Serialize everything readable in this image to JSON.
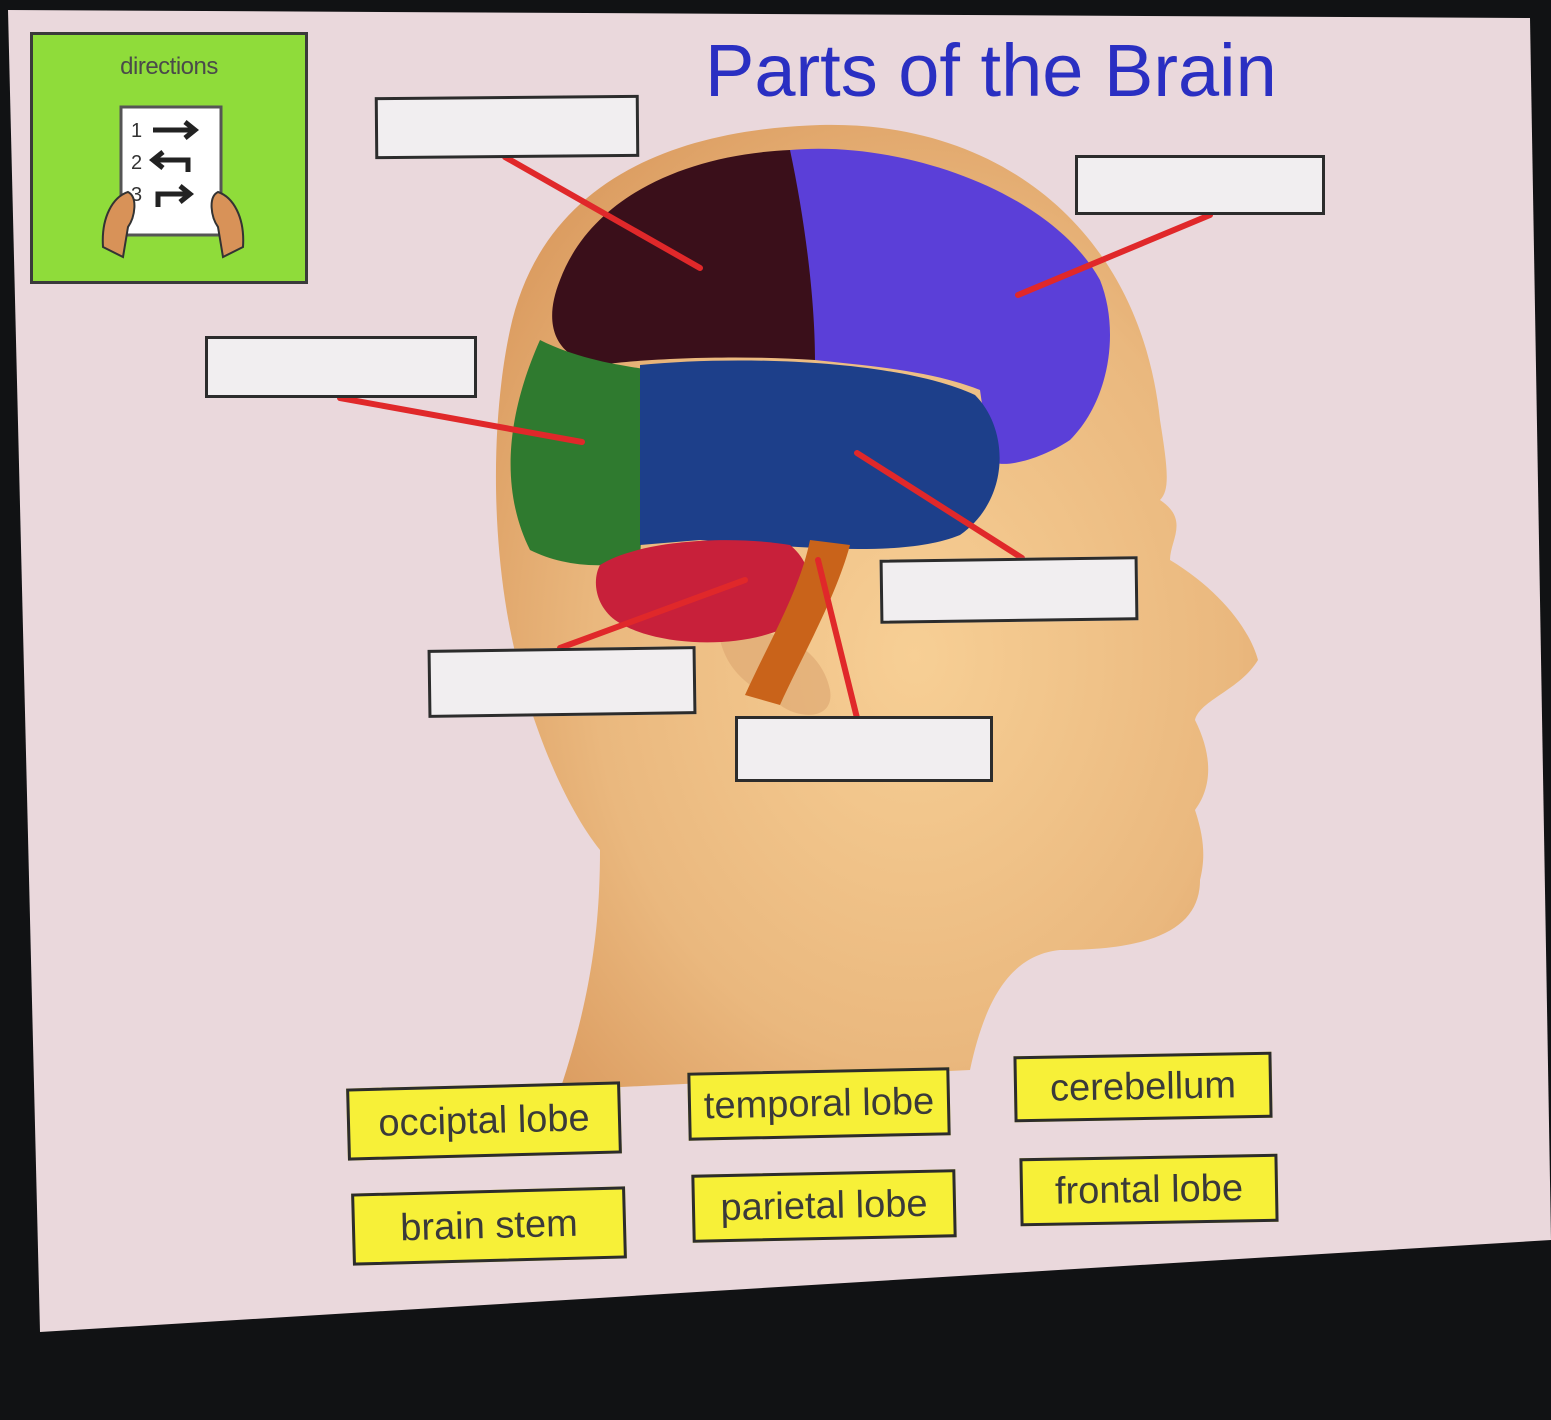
{
  "slide": {
    "title": "Parts of the Brain",
    "directions": {
      "label": "directions",
      "icon": "directions-sheet-icon",
      "steps": [
        "1",
        "2",
        "3"
      ]
    }
  },
  "colors": {
    "title": "#2a2fc2",
    "directions_bg": "#8fdc3a",
    "word_tile": "#f7f038",
    "pointer_line": "#e0282a",
    "frontal_lobe": "#5b3fd8",
    "parietal_lobe": "#3a0f1a",
    "occipital_lobe": "#2f7a2f",
    "temporal_lobe": "#1d3f8a",
    "cerebellum": "#c8203a",
    "brain_stem": "#c9631a"
  },
  "answer_boxes": [
    "",
    "",
    "",
    "",
    "",
    ""
  ],
  "word_bank": [
    "occiptal lobe",
    "temporal lobe",
    "cerebellum",
    "brain stem",
    "parietal lobe",
    "frontal lobe"
  ]
}
